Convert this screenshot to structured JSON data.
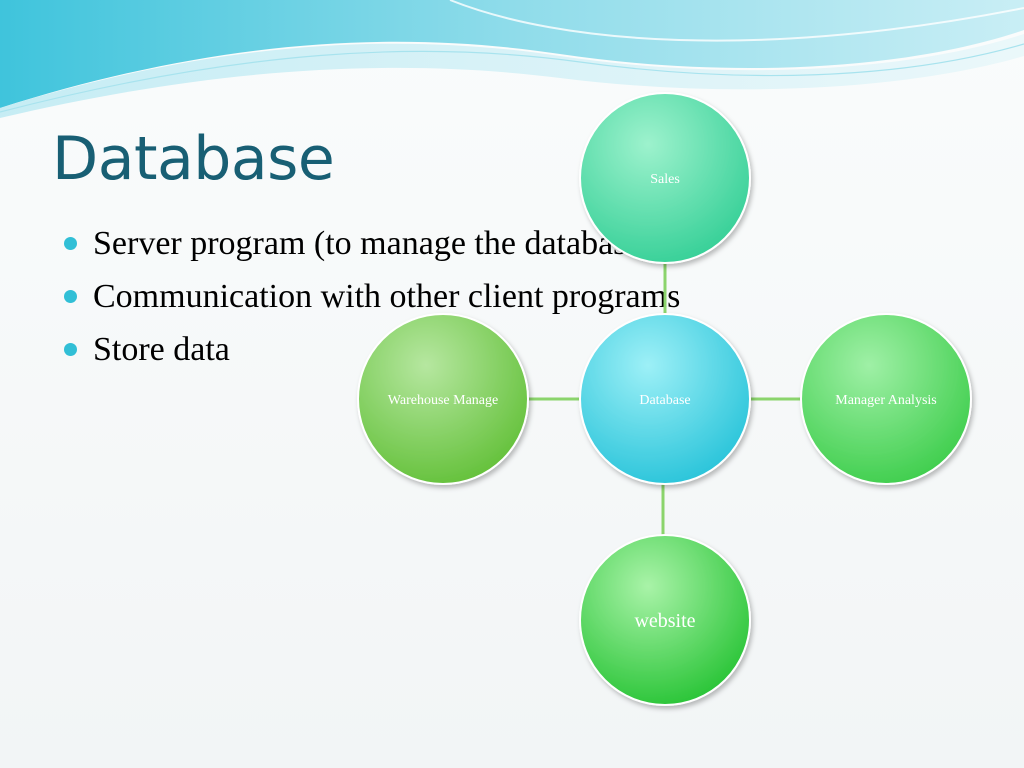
{
  "slide": {
    "title": "Database",
    "bullets": [
      "Server program (to manage the database)",
      "Communication with other client programs",
      "Store data"
    ]
  },
  "diagram": {
    "center": {
      "id": "database",
      "label": "Database",
      "color": "#33cbe0"
    },
    "satellites": [
      {
        "id": "sales",
        "label": "Sales",
        "position": "top",
        "color": "#41d6a3"
      },
      {
        "id": "warehouse-manage",
        "label": "Warehouse Manage",
        "position": "left",
        "color": "#6cc63e"
      },
      {
        "id": "manager-analysis",
        "label": "Manager Analysis",
        "position": "right",
        "color": "#4dd158"
      },
      {
        "id": "website",
        "label": "website",
        "position": "bottom",
        "color": "#2ec63d"
      }
    ],
    "connector_color": "#8bd46c"
  }
}
